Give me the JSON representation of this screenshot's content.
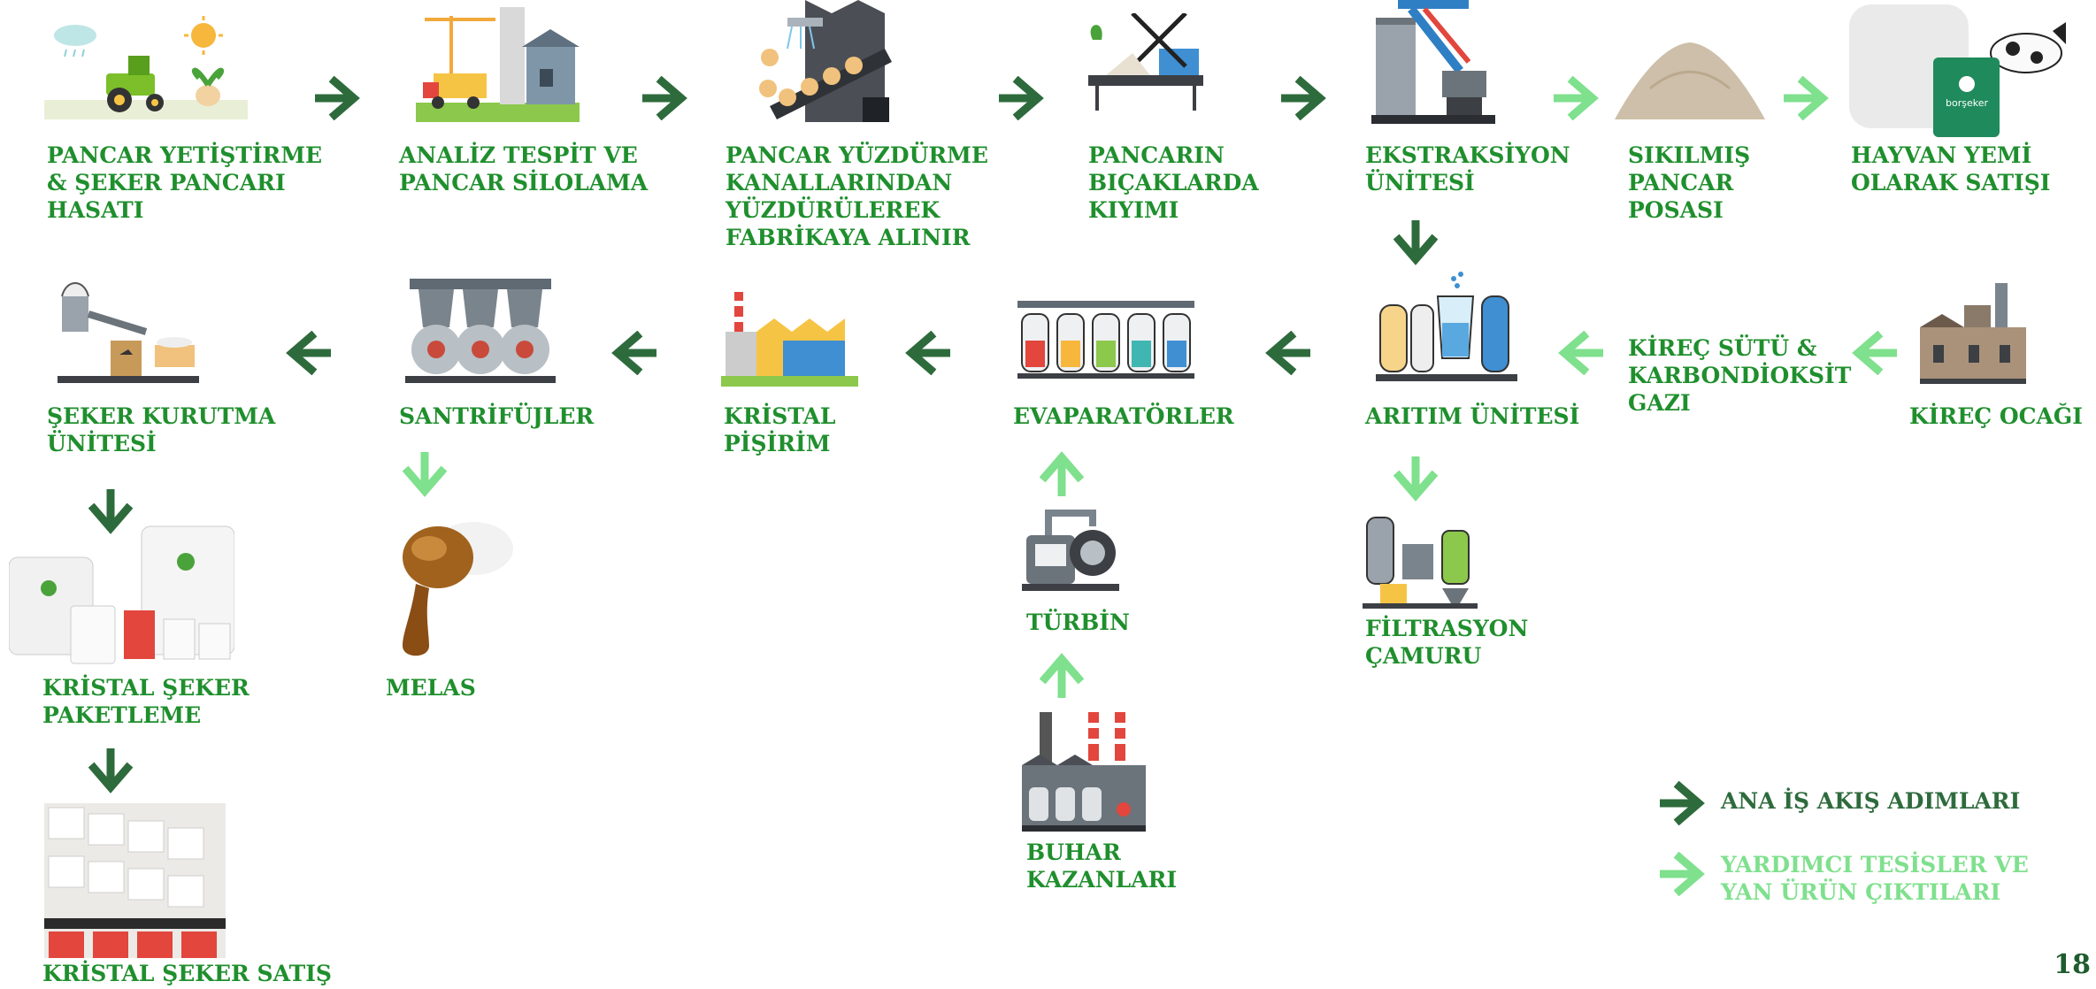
{
  "colors": {
    "label_green": "#1f8f2d",
    "main_arrow": "#2e6b3c",
    "secondary_arrow": "#7fe08d",
    "page_number": "#1e5c2e"
  },
  "steps": {
    "beet_harvest": "PANCAR YETİŞTİRME\n& ŞEKER PANCARI\nHASATI",
    "analysis": "ANALİZ TESPİT VE\nPANCAR SİLOLAMA",
    "flume": "PANCAR YÜZDÜRME\nKANALLARINDAN\nYÜZDÜRÜLEREK\nFABRİKAYA ALINIR",
    "slicing": "PANCARIN\nBIÇAKLARDA\nKIYIMI",
    "extraction": "EKSTRAKSİYON\nÜNİTESİ",
    "pulp": "SIKILMIŞ\nPANCAR\nPOSASI",
    "feed": "HAYVAN YEMİ\nOLARAK SATIŞI",
    "drying": "ŞEKER KURUTMA\nÜNİTESİ",
    "centrifuges": "SANTRİFÜJLER",
    "crystal_boiling": "KRİSTAL\nPİŞİRİM",
    "evaporators": "EVAPARATÖRLER",
    "treatment": "ARITIM ÜNİTESİ",
    "lime_milk": "KİREÇ SÜTÜ &\nKARBONDİOKSİT\nGAZI",
    "lime_kiln": "KİREÇ OCAĞI",
    "turbine": "TÜRBİN",
    "boilers": "BUHAR\nKAZANLARI",
    "filter_cake": "FİLTRASYON\nÇAMURU",
    "molasses": "MELAS",
    "packaging": "KRİSTAL ŞEKER\nPAKETLEME",
    "sales": "KRİSTAL ŞEKER SATIŞ"
  },
  "legend": {
    "main": "ANA İŞ AKIŞ ADIMLARI",
    "secondary": "YARDIMCI TESİSLER VE\nYAN ÜRÜN ÇIKTILARI"
  },
  "brand": "borşeker",
  "page_number": "18"
}
